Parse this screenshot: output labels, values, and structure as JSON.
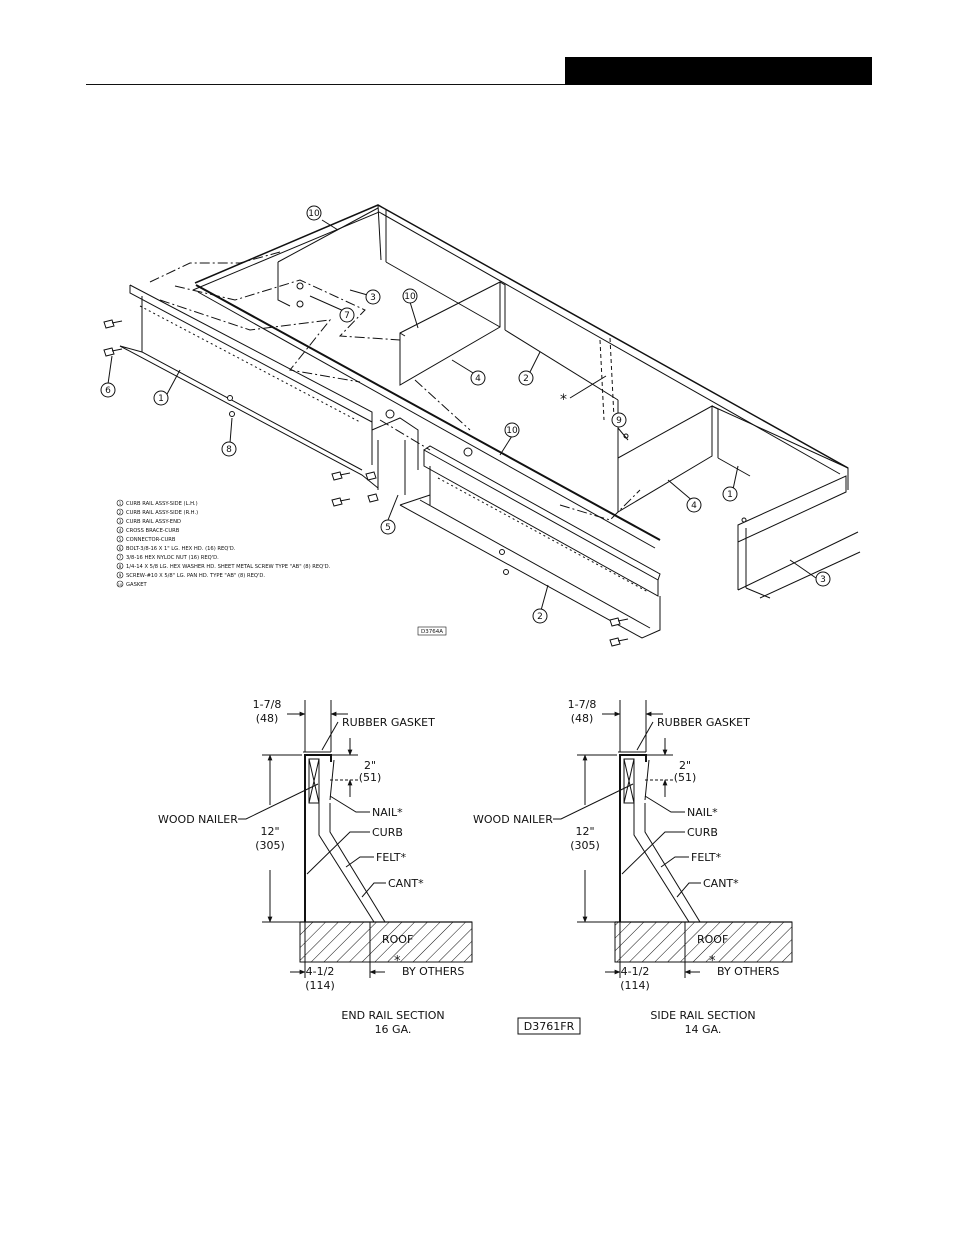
{
  "exploded_view": {
    "callouts": [
      "1",
      "2",
      "3",
      "4",
      "5",
      "6",
      "7",
      "8",
      "9",
      "10"
    ],
    "star": "*",
    "legend": [
      {
        "n": "1",
        "text": "CURB RAIL ASSY-SIDE (L.H.)"
      },
      {
        "n": "2",
        "text": "CURB RAIL ASSY-SIDE (R.H.)"
      },
      {
        "n": "3",
        "text": "CURB RAIL ASSY-END"
      },
      {
        "n": "4",
        "text": "CROSS BRACE-CURB"
      },
      {
        "n": "5",
        "text": "CONNECTOR-CURB"
      },
      {
        "n": "6",
        "text": "BOLT-3/8-16 X 1\" LG. HEX HD. (16) REQ'D."
      },
      {
        "n": "7",
        "text": "3/8-16 HEX NYLOC NUT (16) REQ'D."
      },
      {
        "n": "8",
        "text": "1/4-14 X 5/8 LG. HEX WASHER HD. SHEET METAL SCREW TYPE \"AB\" (8) REQ'D."
      },
      {
        "n": "9",
        "text": "SCREW-#10 X 5/8\" LG. PAN HD. TYPE \"AB\" (8) REQ'D."
      },
      {
        "n": "10",
        "text": "GASKET"
      }
    ],
    "drawing_number": "D3764A"
  },
  "sections": {
    "left": {
      "width_dim": "1-7/8",
      "width_mm": "(48)",
      "gasket": "RUBBER GASKET",
      "nailer_dim": "2\"",
      "nailer_mm": "(51)",
      "wood_nailer": "WOOD NAILER",
      "nail": "NAIL*",
      "height_dim": "12\"",
      "height_mm": "(305)",
      "curb": "CURB",
      "felt": "FELT*",
      "cant": "CANT*",
      "roof": "ROOF",
      "base_dim": "4-1/2",
      "base_mm": "(114)",
      "by_others": "BY OTHERS",
      "title": "END RAIL SECTION",
      "gauge": "16 GA."
    },
    "right": {
      "width_dim": "1-7/8",
      "width_mm": "(48)",
      "gasket": "RUBBER GASKET",
      "nailer_dim": "2\"",
      "nailer_mm": "(51)",
      "wood_nailer": "WOOD NAILER",
      "nail": "NAIL*",
      "height_dim": "12\"",
      "height_mm": "(305)",
      "curb": "CURB",
      "felt": "FELT*",
      "cant": "CANT*",
      "roof": "ROOF",
      "base_dim": "4-1/2",
      "base_mm": "(114)",
      "by_others": "BY OTHERS",
      "title": "SIDE RAIL SECTION",
      "gauge": "14 GA."
    },
    "drawing_number": "D3761FR"
  }
}
